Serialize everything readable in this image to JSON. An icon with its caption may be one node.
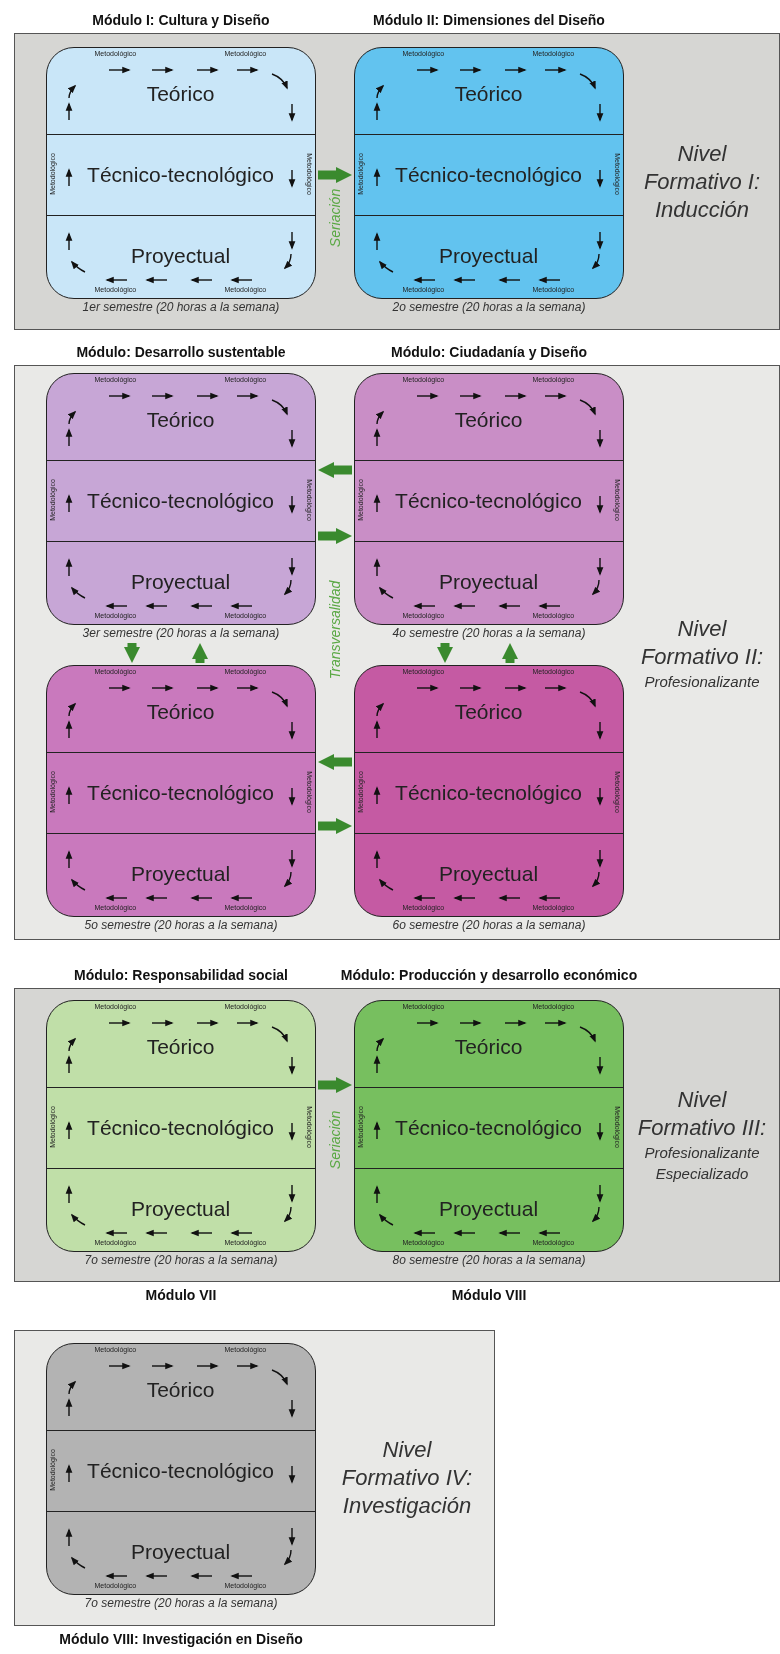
{
  "diagram": {
    "nodes": [
      {
        "text": [
          "Nivel Formativo I: Inducción"
        ]
      },
      {
        "text": [
          "Módulo I: Cultura y Diseño"
        ],
        "in": 0,
        "beside": [
          "1er semestre (20 horas a la semana)"
        ]
      },
      {
        "text": [
          "Metodológico",
          "Metodológico",
          "Teórico"
        ],
        "in": 1
      },
      {
        "text": [
          "Metodológico",
          "Técnico-tecnológico",
          "Metodológico"
        ],
        "in": 1
      },
      {
        "text": [
          "Proyectual",
          "Metodológico",
          "Metodológico"
        ],
        "in": 1
      },
      {
        "text": [
          "Módulo II: Dimensiones del Diseño"
        ],
        "in": 0,
        "beside": [
          "2o semestre (20 horas a la semana)"
        ]
      },
      {
        "text": [
          "Metodológico",
          "Metodológico",
          "Teórico"
        ],
        "in": 5
      },
      {
        "text": [
          "Metodológico",
          "Técnico-tecnológico",
          "Metodológico"
        ],
        "in": 5
      },
      {
        "text": [
          "Proyectual",
          "Metodológico",
          "Metodológico"
        ],
        "in": 5
      },
      {
        "text": [
          "Nivel Formativo II:",
          "Profesionalizante"
        ]
      },
      {
        "text": [
          "Módulo: Desarrollo sustentable"
        ],
        "in": 9,
        "beside": [
          "3er semestre (20 horas a la semana)"
        ]
      },
      {
        "text": [
          "Metodológico",
          "Metodológico",
          "Teórico"
        ],
        "in": 10
      },
      {
        "text": [
          "Metodológico",
          "Técnico-tecnológico",
          "Metodológico"
        ],
        "in": 10
      },
      {
        "text": [
          "Proyectual",
          "Metodológico",
          "Metodológico"
        ],
        "in": 10
      },
      {
        "text": [
          "Módulo: Ciudadanía y Diseño"
        ],
        "in": 9,
        "beside": [
          "4o semestre (20 horas a la semana)"
        ]
      },
      {
        "text": [
          "Metodológico",
          "Metodológico",
          "Teórico"
        ],
        "in": 14
      },
      {
        "text": [
          "Metodológico",
          "Técnico-tecnológico",
          "Metodológico"
        ],
        "in": 14
      },
      {
        "text": [
          "Proyectual",
          "Metodológico",
          "Metodológico"
        ],
        "in": 14
      },
      {
        "text": [],
        "shape": "box",
        "in": 9,
        "beside": [
          "5o semestre (20 horas a la semana)"
        ]
      },
      {
        "text": [
          "Metodológico",
          "Metodológico",
          "Teórico"
        ],
        "in": 18
      },
      {
        "text": [
          "Metodológico",
          "Técnico-tecnológico",
          "Metodológico"
        ],
        "in": 18
      },
      {
        "text": [
          "Proyectual",
          "Metodológico",
          "Metodológico"
        ],
        "in": 18
      },
      {
        "text": [],
        "shape": "box",
        "in": 9,
        "beside": [
          "6o semestre (20 horas a la semana)"
        ]
      },
      {
        "text": [
          "Metodológico",
          "Metodológico",
          "Teórico"
        ],
        "in": 22
      },
      {
        "text": [
          "Metodológico",
          "Técnico-tecnológico",
          "Metodológico"
        ],
        "in": 22
      },
      {
        "text": [
          "Proyectual",
          "Metodológico",
          "Metodológico"
        ],
        "in": 22
      },
      {
        "text": [
          "Nivel Formativo III:",
          "Profesionalizante Especializado"
        ]
      },
      {
        "text": [
          "Módulo: Responsabilidad social"
        ],
        "in": 26,
        "beside": [
          "7o semestre (20 horas a la semana)",
          "Módulo VII"
        ]
      },
      {
        "text": [
          "Metodológico",
          "Metodológico",
          "Teórico"
        ],
        "in": 27
      },
      {
        "text": [
          "Metodológico",
          "Técnico-tecnológico",
          "Metodológico"
        ],
        "in": 27
      },
      {
        "text": [
          "Proyectual",
          "Metodológico",
          "Metodológico"
        ],
        "in": 27
      },
      {
        "text": [
          "Módulo: Producción y desarrollo económico"
        ],
        "in": 26,
        "beside": [
          "8o semestre (20 horas a la semana)",
          "Módulo VIII"
        ]
      },
      {
        "text": [
          "Metodológico",
          "Metodológico",
          "Teórico"
        ],
        "in": 31
      },
      {
        "text": [
          "Metodológico",
          "Técnico-tecnológico",
          "Metodológico"
        ],
        "in": 31
      },
      {
        "text": [
          "Proyectual",
          "Metodológico",
          "Metodológico"
        ],
        "in": 31
      },
      {
        "text": [
          "Nivel Formativo IV: Investigación"
        ]
      },
      {
        "text": [],
        "shape": "box",
        "in": 35,
        "beside": [
          "7o semestre (20 horas a la semana)",
          "Módulo VIII: Investigación en Diseño"
        ]
      },
      {
        "text": [
          "Metodológico",
          "Metodológico",
          "Teórico"
        ],
        "in": 36
      },
      {
        "text": [
          "Metodológico",
          "Técnico-tecnológico"
        ],
        "in": 36
      },
      {
        "text": [
          "Proyectual",
          "Metodológico",
          "Metodológico"
        ],
        "in": 36
      }
    ],
    "edges": [
      {
        "from": 1,
        "to": 5,
        "arrow": "to",
        "label": "Seriación"
      },
      {
        "from": 14,
        "to": 10,
        "arrow": "to"
      },
      {
        "from": 10,
        "to": 14,
        "arrow": "to"
      },
      {
        "from": 10,
        "to": 18,
        "arrow": "to"
      },
      {
        "from": 18,
        "to": 10,
        "arrow": "to"
      },
      {
        "from": 14,
        "to": 22,
        "arrow": "to"
      },
      {
        "from": 22,
        "to": 14,
        "arrow": "to"
      },
      {
        "from": 22,
        "to": 18,
        "arrow": "to"
      },
      {
        "from": 18,
        "to": 22,
        "arrow": "to"
      },
      {
        "from": 27,
        "to": 31,
        "arrow": "to",
        "label": "Seriación"
      }
    ],
    "labels": [
      "Transversalidad"
    ]
  }
}
